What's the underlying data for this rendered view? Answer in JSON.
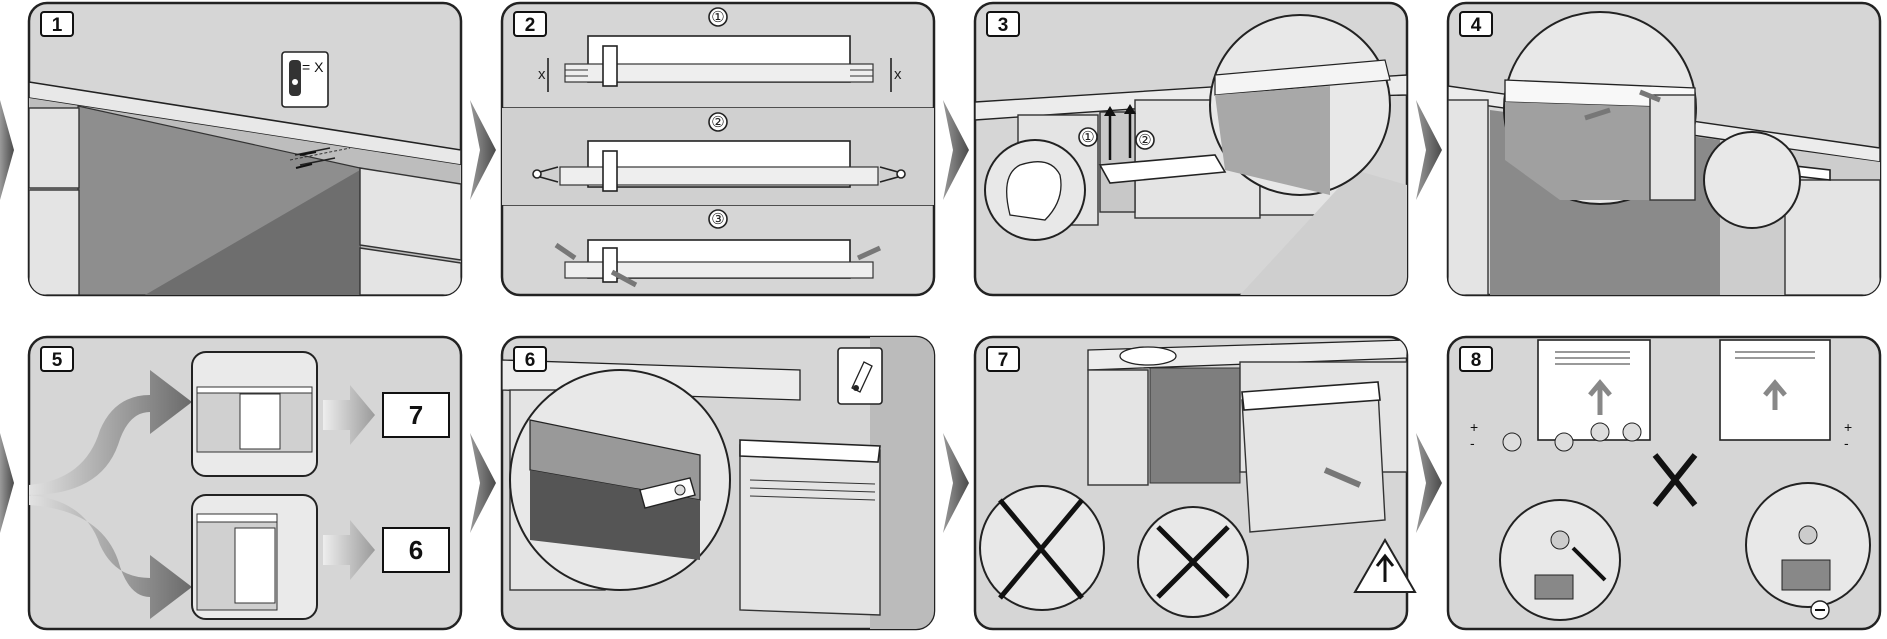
{
  "panels": [
    {
      "step": "1",
      "label_eq": "= X"
    },
    {
      "step": "2",
      "sub_steps": [
        "①",
        "②",
        "③"
      ],
      "dim_label": "x"
    },
    {
      "step": "3",
      "markers": [
        "①",
        "②"
      ]
    },
    {
      "step": "4"
    },
    {
      "step": "5",
      "targets": [
        "7",
        "6"
      ]
    },
    {
      "step": "6"
    },
    {
      "step": "7"
    },
    {
      "step": "8",
      "signs": [
        "+",
        "-"
      ]
    }
  ]
}
